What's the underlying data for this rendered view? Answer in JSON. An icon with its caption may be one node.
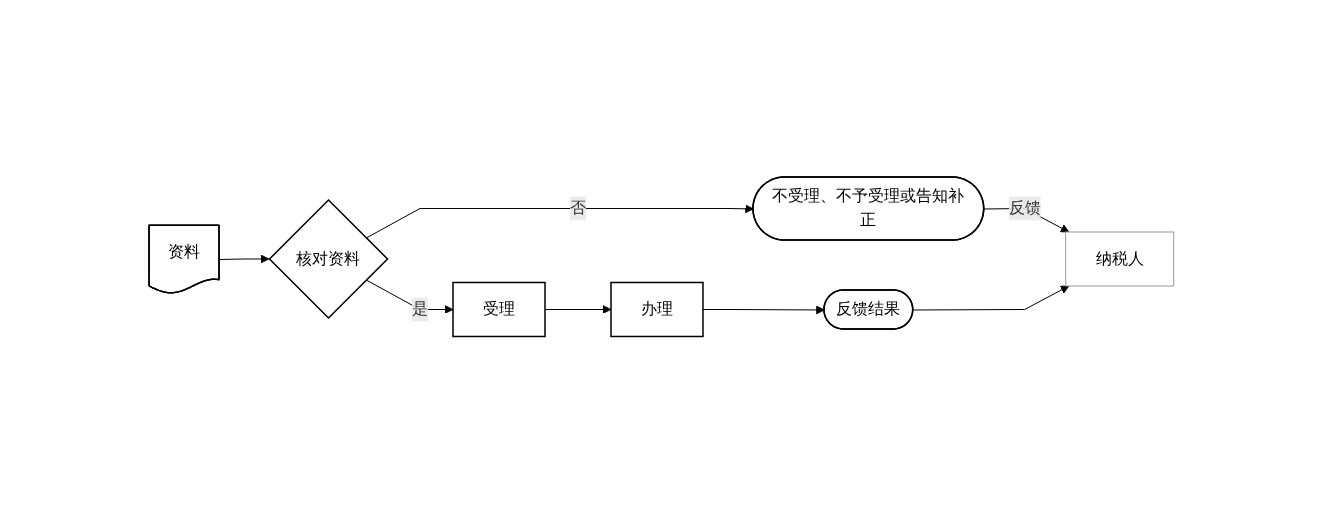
{
  "diagram": {
    "nodes": [
      {
        "text": [
          "纳税人"
        ]
      },
      {
        "text": [
          "资料"
        ]
      },
      {
        "text": [
          "核对资料"
        ]
      },
      {
        "text": [
          "受理"
        ]
      },
      {
        "text": [
          "办理"
        ]
      },
      {
        "text": [
          "不受理、不予受理或告知补正"
        ]
      },
      {
        "text": [
          "反馈结果"
        ]
      }
    ],
    "edges": [
      {
        "from": 1,
        "to": 2,
        "arrow": "to"
      },
      {
        "from": 2,
        "to": 3,
        "label": "是",
        "arrow": "to"
      },
      {
        "from": 2,
        "to": 5,
        "label": "否",
        "arrow": "to"
      },
      {
        "from": 3,
        "to": 4,
        "arrow": "to"
      },
      {
        "from": 4,
        "to": 6,
        "arrow": "to"
      },
      {
        "from": 5,
        "to": 0,
        "label": "反馈",
        "arrow": "to"
      },
      {
        "from": 6,
        "to": 0,
        "arrow": "to"
      }
    ]
  }
}
